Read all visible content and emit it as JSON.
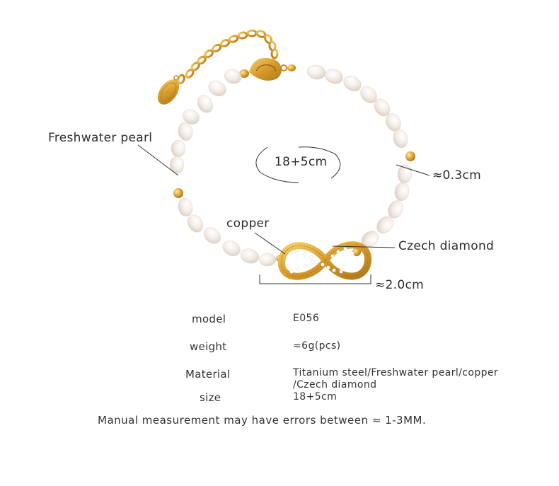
{
  "labels": {
    "pearl": "Freshwater pearl",
    "length_badge": "18+5cm",
    "bead_size": "≈0.3cm",
    "copper": "copper",
    "czech": "Czech diamond",
    "charm_size": "≈2.0cm"
  },
  "specs": [
    {
      "key": "model",
      "value": "E056"
    },
    {
      "key": "weight",
      "value": "≈6g(pcs)"
    },
    {
      "key": "Material",
      "value": "Titanium steel/Freshwater pearl/copper",
      "value2": "/Czech diamond"
    },
    {
      "key": "size",
      "value": "18+5cm"
    }
  ],
  "note": "Manual measurement may have errors between ≈ 1-3MM.",
  "colors": {
    "gold": "#d9a233",
    "pearl": "#f4eee8",
    "text": "#2d2d2d"
  }
}
